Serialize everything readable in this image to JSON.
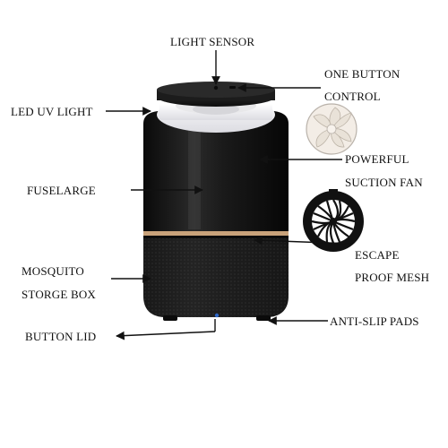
{
  "labels": {
    "light_sensor": "LIGHT SENSOR",
    "one_button_line1": "ONE BUTTON",
    "one_button_line2": "CONTROL",
    "led_uv_light": "LED UV LIGHT",
    "powerful_line1": "POWERFUL",
    "powerful_line2": "SUCTION FAN",
    "fuselarge": "FUSELARGE",
    "escape_line1": "ESCAPE",
    "escape_line2": "PROOF MESH",
    "mosquito_line1": "MOSQUITO",
    "mosquito_line2": "STORGE BOX",
    "anti_slip": "ANTI-SLIP PADS",
    "button_lid": "BUTTON LID"
  },
  "colors": {
    "body": "#151515",
    "accent_ring": "#c9a27a",
    "mesh": "#2a2a2a",
    "uv_glow": "#f1f1f4"
  },
  "icons": {
    "fan": "suction-fan-icon",
    "mesh": "escape-mesh-icon"
  }
}
